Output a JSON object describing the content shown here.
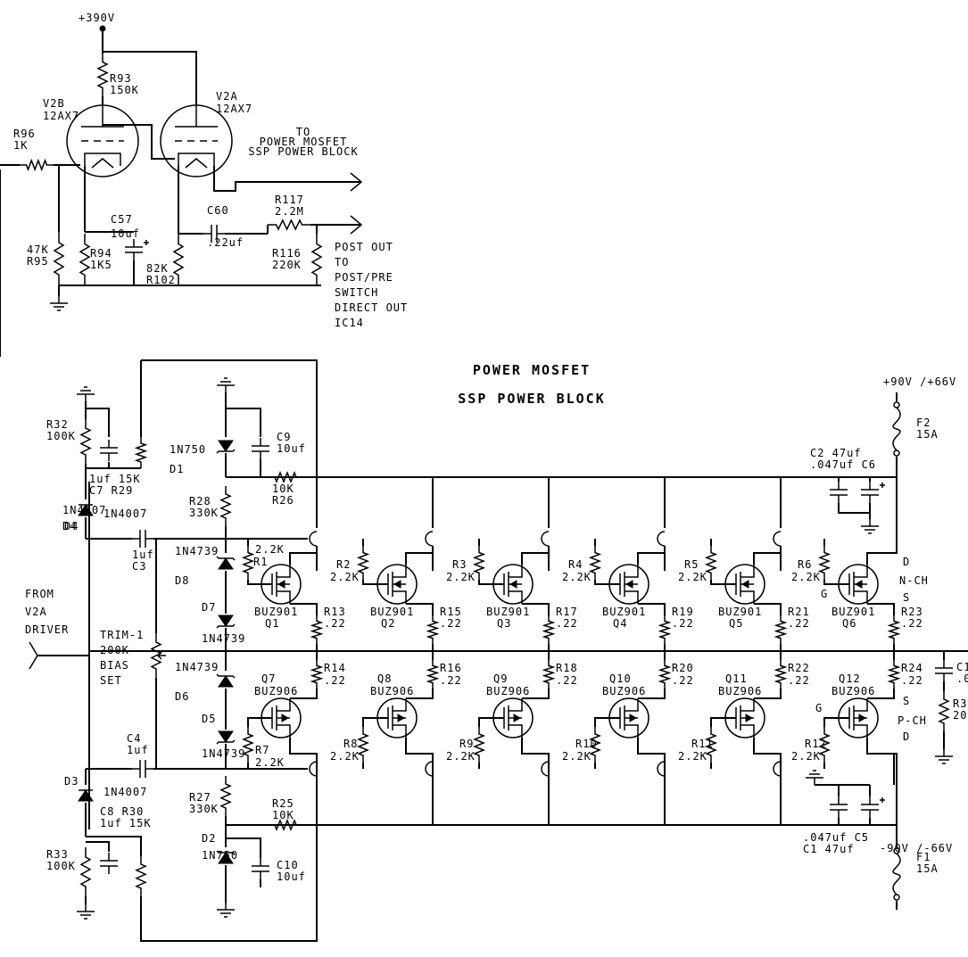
{
  "title": [
    "POWER MOSFET",
    "SSP POWER BLOCK"
  ],
  "supplies": {
    "b_plus": "+390V",
    "pos_rail": "+90V /+66V",
    "neg_rail": "-90V /-66V"
  },
  "tubes": [
    {
      "ref": "V2B",
      "type": "12AX7"
    },
    {
      "ref": "V2A",
      "type": "12AX7"
    }
  ],
  "preamp_parts": {
    "r93": [
      "R93",
      "150K"
    ],
    "r96": [
      "R96",
      "1K"
    ],
    "r95": [
      "47K",
      "R95"
    ],
    "r94": [
      "R94",
      "1K5"
    ],
    "c57": [
      "C57",
      "10uf"
    ],
    "r102": [
      "82K",
      "R102"
    ],
    "c60": [
      "C60",
      ".22uf"
    ],
    "r117": [
      "R117",
      "2.2M"
    ],
    "r116": [
      "R116",
      "220K"
    ]
  },
  "outputs": {
    "power_block": [
      "TO",
      "POWER MOSFET",
      "SSP POWER BLOCK"
    ],
    "post_out": [
      "POST OUT",
      "TO",
      "POST/PRE",
      "SWITCH",
      "DIRECT OUT",
      "IC14"
    ]
  },
  "input_label": [
    "FROM",
    "V2A",
    "DRIVER"
  ],
  "bias_trim": [
    "TRIM-1",
    "200K",
    "BIAS",
    "SET"
  ],
  "driver_parts": {
    "r32": [
      "R32",
      "100K"
    ],
    "c7_r29": [
      "1uf  15K",
      "C7   R29"
    ],
    "d4": [
      "D4",
      "1N4007"
    ],
    "c3": [
      "1uf",
      "C3"
    ],
    "c4": [
      "C4",
      "1uf"
    ],
    "d3": [
      "D3",
      "1N4007"
    ],
    "c8_r30": [
      "C8  R30",
      "1uf  15K"
    ],
    "r33": [
      "R33",
      "100K"
    ],
    "d1": [
      "1N750",
      "D1"
    ],
    "c9": [
      "C9",
      "10uf"
    ],
    "r28": [
      "R28",
      "330K"
    ],
    "r26": [
      "10K",
      "R26"
    ],
    "d8": [
      "1N4739",
      "D8"
    ],
    "d7": [
      "D7",
      "1N4739"
    ],
    "d6": [
      "1N4739",
      "D6"
    ],
    "d5": [
      "D5",
      "1N4739"
    ],
    "r27": [
      "R27",
      "330K"
    ],
    "r25": [
      "R25",
      "10K"
    ],
    "d2": [
      "D2",
      "1N750"
    ],
    "c10": [
      "C10",
      "10uf"
    ]
  },
  "n_channel": [
    {
      "gate_res": [
        "2.2K",
        "R1"
      ],
      "device": [
        "BUZ901",
        "Q1"
      ],
      "source_res": [
        "R13",
        ".22"
      ]
    },
    {
      "gate_res": [
        "R2",
        "2.2K"
      ],
      "device": [
        "BUZ901",
        "Q2"
      ],
      "source_res": [
        "R15",
        ".22"
      ]
    },
    {
      "gate_res": [
        "R3",
        "2.2K"
      ],
      "device": [
        "BUZ901",
        "Q3"
      ],
      "source_res": [
        "R17",
        ".22"
      ]
    },
    {
      "gate_res": [
        "R4",
        "2.2K"
      ],
      "device": [
        "BUZ901",
        "Q4"
      ],
      "source_res": [
        "R19",
        ".22"
      ]
    },
    {
      "gate_res": [
        "R5",
        "2.2K"
      ],
      "device": [
        "BUZ901",
        "Q5"
      ],
      "source_res": [
        "R21",
        ".22"
      ]
    },
    {
      "gate_res": [
        "R6",
        "2.2K"
      ],
      "device": [
        "BUZ901",
        "Q6"
      ],
      "source_res": [
        "R23",
        ".22"
      ]
    }
  ],
  "p_channel": [
    {
      "gate_res": [
        "R7",
        "2.2K"
      ],
      "device": [
        "Q7",
        "BUZ906"
      ],
      "source_res": [
        "R14",
        ".22"
      ]
    },
    {
      "gate_res": [
        "R8",
        "2.2K"
      ],
      "device": [
        "Q8",
        "BUZ906"
      ],
      "source_res": [
        "R16",
        ".22"
      ]
    },
    {
      "gate_res": [
        "R9",
        "2.2K"
      ],
      "device": [
        "Q9",
        "BUZ906"
      ],
      "source_res": [
        "R18",
        ".22"
      ]
    },
    {
      "gate_res": [
        "R10",
        "2.2K"
      ],
      "device": [
        "Q10",
        "BUZ906"
      ],
      "source_res": [
        "R20",
        ".22"
      ]
    },
    {
      "gate_res": [
        "R11",
        "2.2K"
      ],
      "device": [
        "Q11",
        "BUZ906"
      ],
      "source_res": [
        "R22",
        ".22"
      ]
    },
    {
      "gate_res": [
        "R12",
        "2.2K"
      ],
      "device": [
        "Q12",
        "BUZ906"
      ],
      "source_res": [
        "R24",
        ".22"
      ]
    }
  ],
  "rail_parts": {
    "f2": [
      "F2",
      "15A"
    ],
    "c2_c6": [
      "C2  47uf",
      ".047uf  C6"
    ],
    "c1_c5": [
      ".047uf C5",
      "C1  47uf"
    ],
    "f1": [
      "F1",
      "15A"
    ]
  },
  "pin_labels": {
    "n_drain": "D",
    "n_type": "N-CH",
    "n_gate": "G",
    "n_source": "S",
    "p_source": "S",
    "p_type": "P-CH",
    "p_gate": "G",
    "p_drain": "D"
  },
  "right_edge": {
    "cap": [
      "C1",
      ".0"
    ],
    "res": [
      "R3",
      "20"
    ]
  }
}
